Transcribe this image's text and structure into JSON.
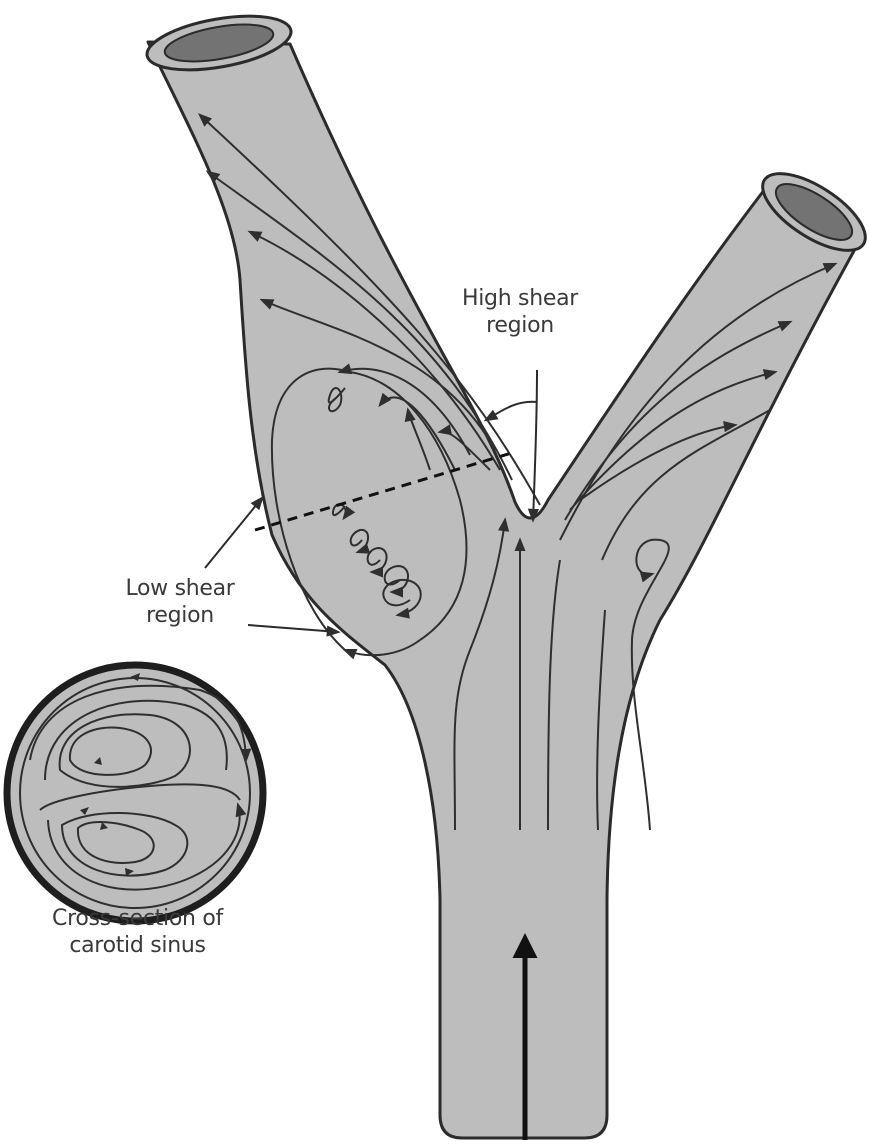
{
  "labels": {
    "high_shear": [
      "High shear",
      "region"
    ],
    "low_shear": [
      "Low shear",
      "region"
    ],
    "cross_section": [
      "Cross-section of",
      "carotid sinus"
    ]
  },
  "colors": {
    "vessel_fill": "#bdbdbd",
    "lumen_opening": "#737373",
    "outline": "#2b2b2b",
    "flow_lines": "#2f2f2f",
    "background": "#ffffff"
  }
}
